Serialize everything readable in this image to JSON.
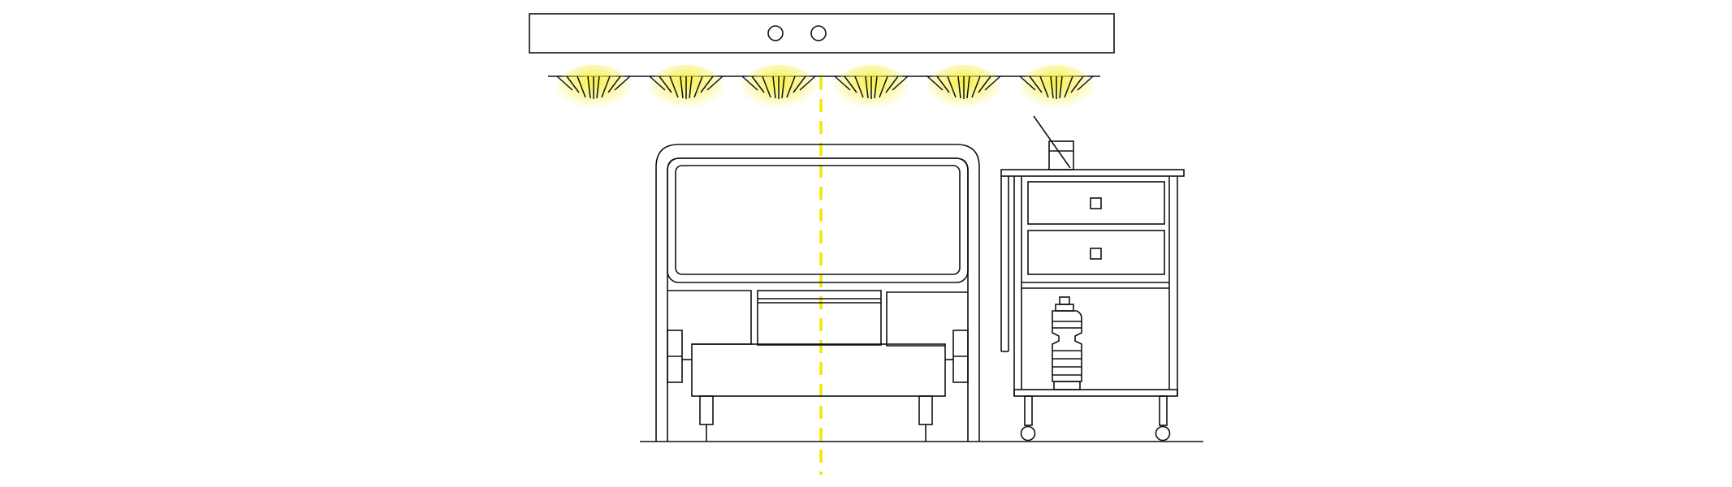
{
  "diagram": {
    "subject": "bed-with-overhead-light-bar-and-bedside-cabinet",
    "colors": {
      "stroke": "#111111",
      "background": "#ffffff",
      "light_glow": "#f7ef3c",
      "center_line": "#f2e600"
    },
    "light_bar": {
      "button_count": 2,
      "light_count": 6
    },
    "cabinet": {
      "drawer_count": 2,
      "caster_count": 2,
      "bottle_on_shelf": true,
      "cup_on_top": true
    },
    "bed": {
      "leg_count": 2,
      "side_rail_clips": 2
    },
    "center_line_dashed": true
  }
}
